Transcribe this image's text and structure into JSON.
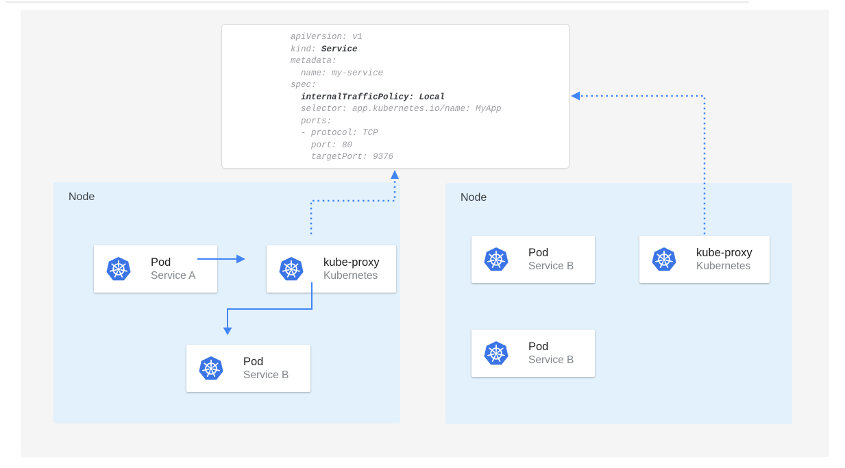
{
  "colors": {
    "arrow_blue": "#4285f4",
    "kubernetes_logo_blue": "#3b74e6",
    "node_background": "#e3f1fc",
    "canvas_background": "#f5f5f5",
    "code_text": "#9e9ea3",
    "code_bold_text": "#3c4043"
  },
  "yaml_card": {
    "lines": [
      {
        "pre": "apiVersion: v1",
        "bold": "",
        "post": ""
      },
      {
        "pre": "kind: ",
        "bold": "Service",
        "post": ""
      },
      {
        "pre": "metadata:",
        "bold": "",
        "post": ""
      },
      {
        "pre": "  name: my-service",
        "bold": "",
        "post": ""
      },
      {
        "pre": "spec:",
        "bold": "",
        "post": ""
      },
      {
        "pre": "  ",
        "bold": "internalTrafficPolicy: Local",
        "post": ""
      },
      {
        "pre": "  selector: app.kubernetes.io/name: MyApp",
        "bold": "",
        "post": ""
      },
      {
        "pre": "  ports:",
        "bold": "",
        "post": ""
      },
      {
        "pre": "  - protocol: TCP",
        "bold": "",
        "post": ""
      },
      {
        "pre": "    port: 80",
        "bold": "",
        "post": ""
      },
      {
        "pre": "    targetPort: 9376",
        "bold": "",
        "post": ""
      }
    ]
  },
  "nodes": {
    "left": {
      "label": "Node",
      "cards": {
        "pod_a": {
          "title": "Pod",
          "subtitle": "Service A",
          "icon": "kubernetes-logo"
        },
        "kube_proxy": {
          "title": "kube-proxy",
          "subtitle": "Kubernetes",
          "icon": "kubernetes-logo"
        },
        "pod_b": {
          "title": "Pod",
          "subtitle": "Service B",
          "icon": "kubernetes-logo"
        }
      }
    },
    "right": {
      "label": "Node",
      "cards": {
        "pod_b1": {
          "title": "Pod",
          "subtitle": "Service B",
          "icon": "kubernetes-logo"
        },
        "kube_proxy": {
          "title": "kube-proxy",
          "subtitle": "Kubernetes",
          "icon": "kubernetes-logo"
        },
        "pod_b2": {
          "title": "Pod",
          "subtitle": "Service B",
          "icon": "kubernetes-logo"
        }
      }
    }
  },
  "edges": [
    {
      "from": "pod-service-a",
      "to": "kube-proxy-left",
      "style": "solid-arrow"
    },
    {
      "from": "kube-proxy-left",
      "to": "pod-service-b-left",
      "style": "solid-arrow"
    },
    {
      "from": "kube-proxy-left",
      "to": "service-yaml-card",
      "style": "dotted-arrow"
    },
    {
      "from": "kube-proxy-right",
      "to": "service-yaml-card",
      "style": "dotted-arrow"
    }
  ]
}
